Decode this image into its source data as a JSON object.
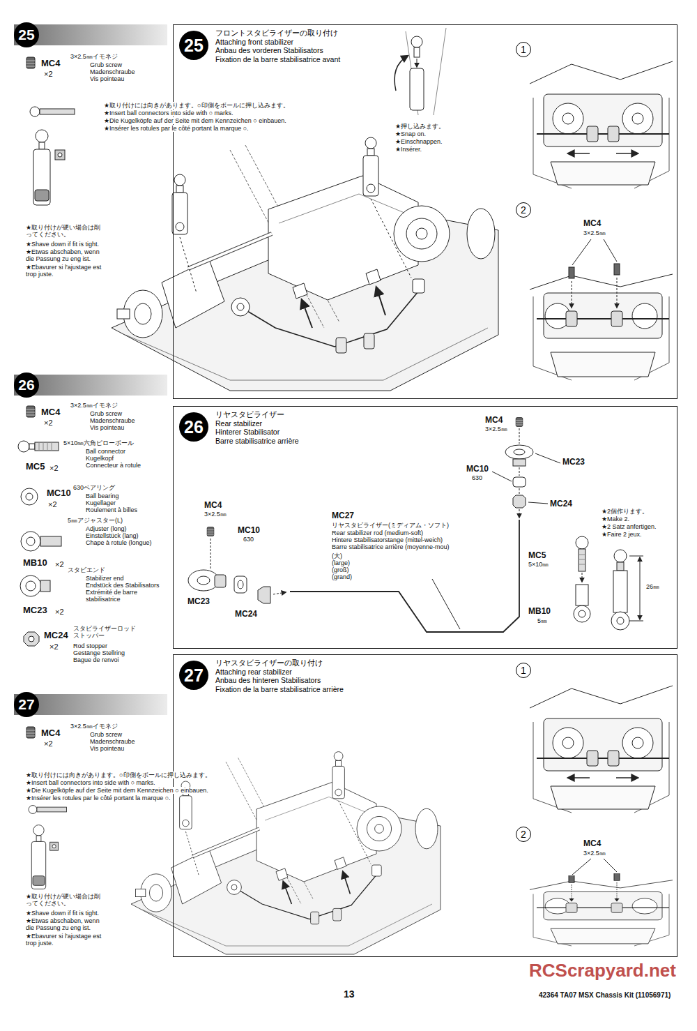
{
  "diagram": {
    "nodes": [
      {
        "text": [
          "25"
        ]
      },
      {
        "text": [
          "フロントスタビライザーの取り付け",
          "Attaching front stabilizer",
          "Anbau des vorderen Stabilisators",
          "Fixation de la barre stabilisatrice avant"
        ]
      },
      {
        "text": [
          "25"
        ],
        "in": 1
      },
      {
        "text": [
          "1"
        ],
        "in": 1
      },
      {
        "text": [
          "2"
        ],
        "in": 1
      },
      {
        "text": [
          "26"
        ]
      },
      {
        "text": [
          "リヤスタビライザー",
          "Rear stabilizer",
          "Hinterer Stabilisator",
          "Barre stabilisatrice arrière"
        ]
      },
      {
        "text": [
          "26"
        ],
        "in": 6
      },
      {
        "text": [
          "27"
        ]
      },
      {
        "text": [
          "リヤスタビライザーの取り付け",
          "Attaching rear stabilizer",
          "Anbau des hinteren Stabilisators",
          "Fixation de la barre stabilisatrice arrière"
        ]
      },
      {
        "text": [
          "27"
        ],
        "in": 9
      },
      {
        "text": [
          "1"
        ],
        "in": 9
      },
      {
        "text": [
          "2"
        ],
        "in": 9
      }
    ],
    "labels": [
      "MC4",
      "×2",
      "3×2.5㎜イモネジ",
      "Grub screw",
      "Madenschraube",
      "Vis pointeau",
      "★取り付けには向きがあります。○印側をボールに押し込みます。",
      "★Insert ball connectors into side with ○ marks.",
      "★Die Kugelköpfe auf der Seite mit dem Kennzeichen ○ einbauen.",
      "★Insérer les rotules par le côté portant la marque ○.",
      "★取り付けが硬い場合は削ってください。",
      "★Shave down if fit is tight.",
      "★Etwas abschaben, wenn die Passung zu eng ist.",
      "★Ebavurer si l'ajustage est trop juste.",
      "★押し込みます。",
      "★Snap on.",
      "★Einschnappen.",
      "★Insérer.",
      "MC4",
      "3×2.5㎜",
      "MC4",
      "×2",
      "3×2.5㎜イモネジ",
      "Grub screw",
      "Madenschraube",
      "Vis pointeau",
      "5×10㎜六角ピローボール",
      "Ball connector",
      "Kugelkopf",
      "Connecteur à rotule",
      "MC5",
      "×2",
      "MC10",
      "×2",
      "630ベアリング",
      "Ball bearing",
      "Kugellager",
      "Roulement à billes",
      "5㎜アジャスター(L)",
      "Adjuster (long)",
      "Einstellstück (lang)",
      "Chape à rotule (longue)",
      "MB10",
      "×2",
      "スタビエンド",
      "Stabilizer end",
      "Endstück des Stabilisators",
      "Extrémité de barre stabilisatrice",
      "MC23",
      "×2",
      "スタビライザーロッド ストッパー",
      "Rod stopper",
      "Gestänge Stellring",
      "Bague de renvoi",
      "MC24",
      "×2",
      "MC4",
      "3×2.5㎜",
      "MC10",
      "630",
      "MC23",
      "MC24",
      "MC27",
      "リヤスタビライザー(ミディアム・ソフト)",
      "Rear stabilizer rod (medium-soft)",
      "Hintere Stabilisatorstange (mittel-weich)",
      "Barre stabilisatrice arrière (moyenne-mou)",
      "(大)",
      "(large)",
      "(groß)",
      "(grand)",
      "MC4",
      "3×2.5㎜",
      "MC23",
      "MC10",
      "630",
      "MC24",
      "★2個作ります。",
      "★Make 2.",
      "★2 Satz anfertigen.",
      "★Faire 2 jeux.",
      "MC5",
      "5×10㎜",
      "MB10",
      "5㎜",
      "26㎜",
      "MC4",
      "×2",
      "3×2.5㎜イモネジ",
      "Grub screw",
      "Madenschraube",
      "Vis pointeau",
      "★取り付けには向きがあります。○印側をボールに押し込みます。",
      "★Insert ball connectors into side with ○ marks.",
      "★Die Kugelköpfe auf der Seite mit dem Kennzeichen ○ einbauen.",
      "★Insérer les rotules par le côté portant la marque ○.",
      "★取り付けが硬い場合は削ってください。",
      "★Shave down if fit is tight.",
      "★Etwas abschaben, wenn die Passung zu eng ist.",
      "★Ebavurer si l'ajustage est trop juste.",
      "MC4",
      "3×2.5㎜",
      "13",
      "42364 TA07 MSX Chassis Kit (11056971)",
      "RCScrapyard.net"
    ]
  }
}
